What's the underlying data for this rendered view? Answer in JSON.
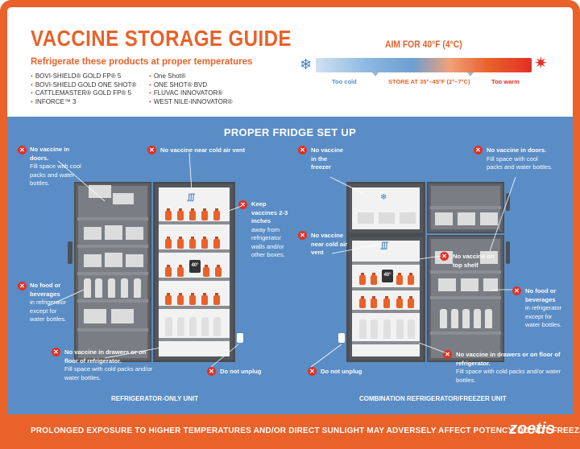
{
  "header": {
    "title": "VACCINE STORAGE GUIDE",
    "subtitle": "Refrigerate these products at proper temperatures",
    "products_left": [
      "BOVI-SHIELD® GOLD FP® 5",
      "BOVI-SHIELD GOLD ONE SHOT®",
      "CATTLEMASTER® GOLD FP® 5",
      "INFORCE™ 3"
    ],
    "products_right": [
      "One Shot®",
      "ONE SHOT® BVD",
      "FLUVAC INNOVATOR®",
      "WEST NILE-INNOVATOR®"
    ]
  },
  "gauge": {
    "title": "AIM FOR 40°F (4°C)",
    "too_cold": "Too cold",
    "store_at": "STORE AT 35°–45°F (2°–7°C)",
    "too_warm": "Too warm"
  },
  "section_title": "PROPER FRIDGE SET UP",
  "left_unit": {
    "label": "REFRIGERATOR-ONLY UNIT",
    "doors_note": {
      "bold": "No vaccine in doors.",
      "text": "Fill space with cool packs and water bottles."
    },
    "vent_note": {
      "bold": "No vaccine near cold air vent",
      "text": ""
    },
    "walls_note": {
      "bold": "Keep vaccines 2-3 inches",
      "text": "away from refrigerator walls and/or other boxes."
    },
    "food_note": {
      "bold": "No food or beverages",
      "text": "in refrigerator except for water bottles."
    },
    "drawers_note": {
      "bold": "No vaccine in drawers or on floor of refrigerator.",
      "text": "Fill space with cold packs and/or water bottles."
    },
    "unplug_note": "Do not unplug",
    "thermo": "40°"
  },
  "right_unit": {
    "label": "COMBINATION REFRIGERATOR/FREEZER UNIT",
    "freezer_note": {
      "bold": "No vaccine in the freezer",
      "text": ""
    },
    "vent_note": {
      "bold": "No vaccine near cold air vent",
      "text": ""
    },
    "doors_note": {
      "bold": "No vaccine in doors.",
      "text": "Fill space with cool packs and water bottles."
    },
    "top_shelf_note": {
      "bold": "No vaccine on top shelf",
      "text": ""
    },
    "food_note": {
      "bold": "No food or beverages",
      "text": "in refrigerator except for water bottles."
    },
    "drawers_note": {
      "bold": "No vaccine in drawers or on floor of refrigerator.",
      "text": "Fill space with cold packs and/or water bottles."
    },
    "unplug_note": "Do not unplug",
    "thermo": "40°"
  },
  "footer": {
    "warning": "PROLONGED EXPOSURE TO HIGHER TEMPERATURES AND/OR DIRECT SUNLIGHT MAY ADVERSELY AFFECT POTENCY. DO NOT FREEZE.",
    "logo": "zoetis"
  },
  "colors": {
    "accent": "#e8622a",
    "panel": "#5a8dc5",
    "error": "#e23025"
  }
}
